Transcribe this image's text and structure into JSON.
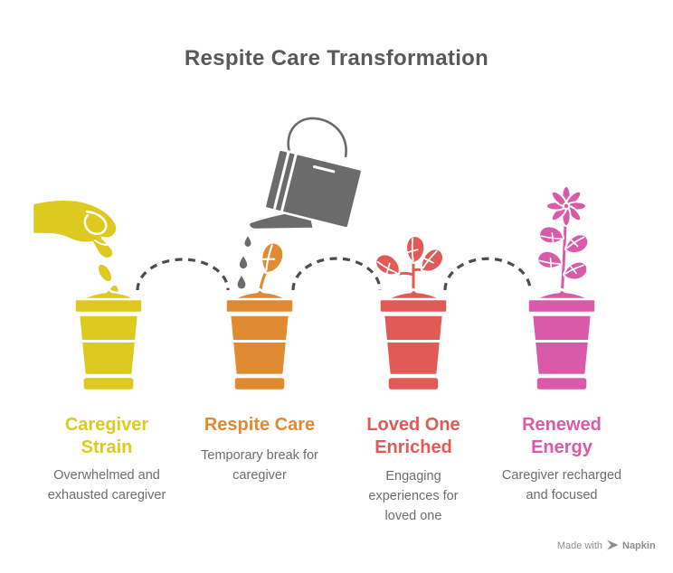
{
  "title": "Respite Care Transformation",
  "colors": {
    "background": "#ffffff",
    "title_text": "#58595b",
    "description_text": "#6d6d6d",
    "connector": "#4d4d4d",
    "watering_can": "#6b6b6b",
    "footer_text": "#8d8d8d"
  },
  "stages": [
    {
      "id": "caregiver-strain",
      "icon": "hand-planting-seed-in-pot",
      "color": "#ddc91f",
      "title_lines": [
        "Caregiver",
        "Strain"
      ],
      "desc_lines": [
        "Overwhelmed and",
        "exhausted caregiver"
      ]
    },
    {
      "id": "respite-care",
      "icon": "watering-can-and-seedling-pot",
      "color": "#e08a32",
      "title_lines": [
        "Respite Care"
      ],
      "desc_lines": [
        "Temporary break for",
        "caregiver"
      ]
    },
    {
      "id": "loved-one-enriched",
      "icon": "growing-plant-pot",
      "color": "#e25a56",
      "title_lines": [
        "Loved One",
        "Enriched"
      ],
      "desc_lines": [
        "Engaging",
        "experiences for",
        "loved one"
      ]
    },
    {
      "id": "renewed-energy",
      "icon": "blooming-flower-pot",
      "color": "#d85aa8",
      "title_lines": [
        "Renewed",
        "Energy"
      ],
      "desc_lines": [
        "Caregiver recharged",
        "and focused"
      ]
    }
  ],
  "footer": {
    "made_with": "Made with",
    "brand": "Napkin"
  }
}
